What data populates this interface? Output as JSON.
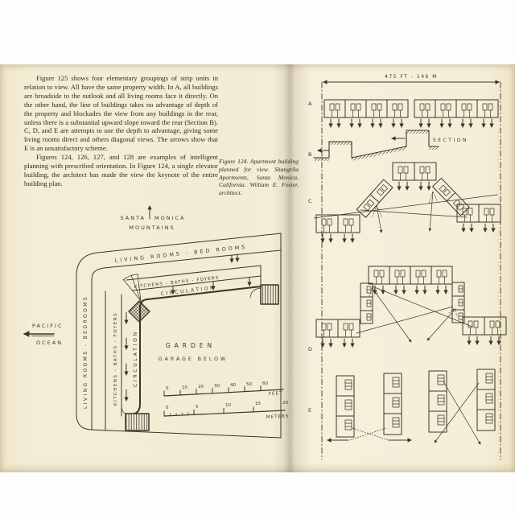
{
  "colors": {
    "page_background": "#f4edd6",
    "ink": "#3a352a"
  },
  "left_page": {
    "para1": "Figure 125 shows four elementary groupings of strip units in relation to view. All have the same property width. In A, all buildings are broadside to the outlook and all living rooms face it directly. On the other hand, the line of buildings takes no advantage of depth of the property and blockades the view from any buildings in the rear, unless there is a substantial upward slope toward the rear (Section B). C, D, and E are attempts to use the depth to advantage, giving some living rooms direct and others diagonal views. The arrows show that E is an unsatisfactory scheme.",
    "para2": "Figures 124, 126, 127, and 128 are examples of intelligent planning with prescribed orientation. In Figure 124, a single elevator building, the architect has made the view the keynote of the entire building plan.",
    "caption": "Figure 124. Apartment building planned for view. Shangrila Apartments, Santa Monica, California. William E. Foster, architect.",
    "plan": {
      "mountains": {
        "word1": "SANTA",
        "word2": "MONICA",
        "word3": "MOUNTAINS"
      },
      "ocean": {
        "word1": "PACIFIC",
        "word2": "OCEAN"
      },
      "bands": {
        "top_outer": "LIVING ROOMS - BED ROOMS",
        "top_mid": "KITCHENS - BATHS - FOYERS",
        "top_inner": "CIRCULATION",
        "left_outer": "LIVING ROOMS - BEDROOMS",
        "left_mid": "KITCHENS - BATHS - FOYERS",
        "left_inner": "CIRCULATION"
      },
      "garden": {
        "line1": "GARDEN",
        "line2": "GARAGE BELOW"
      },
      "scale_feet": {
        "ticks": [
          "0",
          "10",
          "20",
          "30",
          "40",
          "50",
          "60"
        ],
        "unit": "FEET"
      },
      "scale_meters": {
        "ticks": [
          "0",
          "5",
          "10",
          "15",
          "20"
        ],
        "unit": "METERS"
      }
    }
  },
  "right_page": {
    "dimension_label": "475 FT - 146 M",
    "section_label": "SECTION",
    "schemes": [
      "A",
      "B",
      "C",
      "D",
      "E"
    ]
  }
}
